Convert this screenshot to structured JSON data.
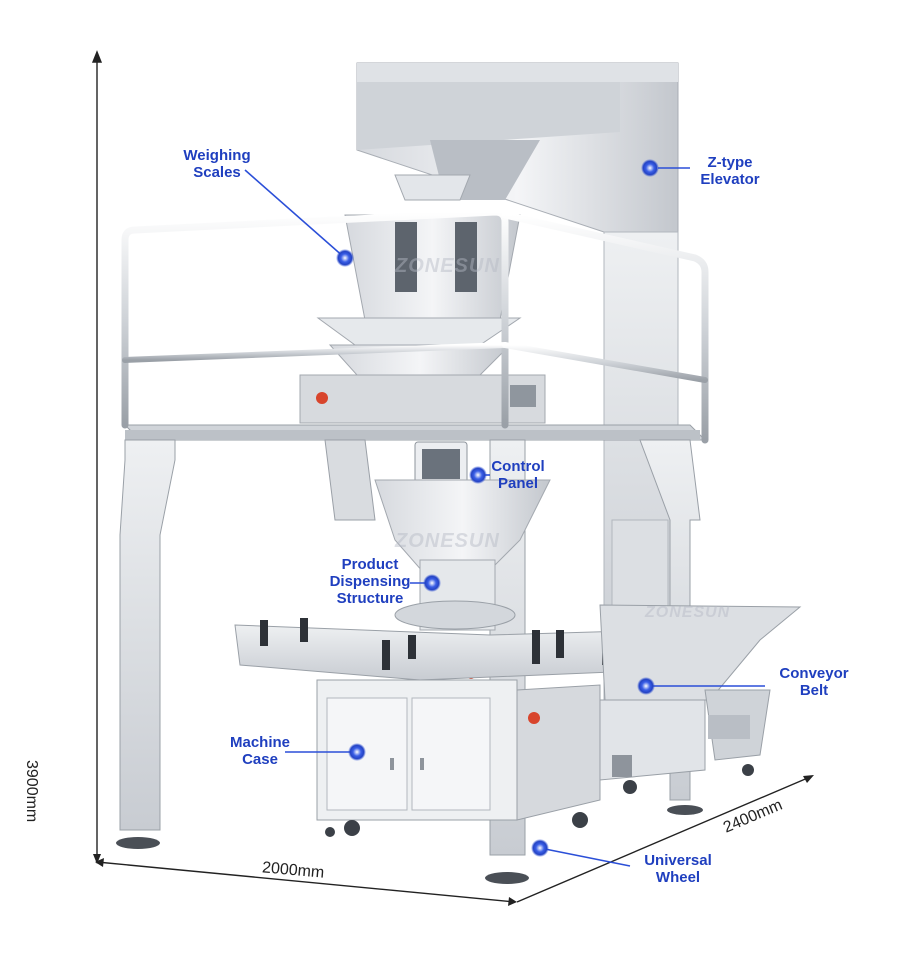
{
  "brand_watermark": "ZONESUN",
  "callouts": {
    "weighing_scales": [
      "Weighing",
      "Scales"
    ],
    "z_type_elevator": [
      "Z-type",
      "Elevator"
    ],
    "control_panel": [
      "Control",
      "Panel"
    ],
    "product_dispensing_structure": [
      "Product",
      "Dispensing",
      "Structure"
    ],
    "conveyor_belt": [
      "Conveyor",
      "Belt"
    ],
    "machine_case": [
      "Machine",
      "Case"
    ],
    "universal_wheel": [
      "Universal",
      "Wheel"
    ]
  },
  "dimensions": {
    "height": "3900mm",
    "width": "2000mm",
    "depth": "2400mm"
  },
  "colors": {
    "callout_text": "#1f3fbf",
    "callout_dot": "#2b4fd8",
    "dimension_line": "#222222",
    "steel_light": "#e9ebee",
    "steel_mid": "#c9cdd3",
    "steel_dark": "#8e949c",
    "accent_red": "#d8452c"
  }
}
